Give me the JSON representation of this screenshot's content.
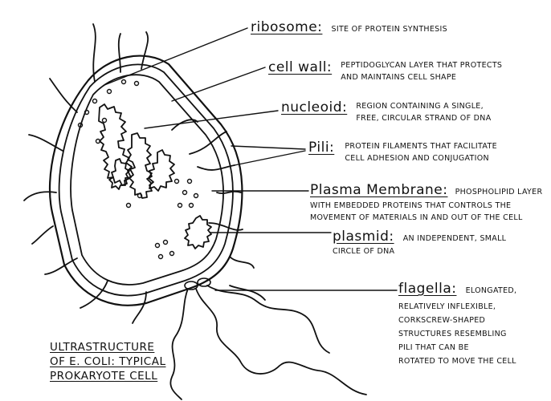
{
  "labels": {
    "ribosome": {
      "term": "ribosome:",
      "desc": [
        "SITE OF PROTEIN SYNTHESIS"
      ]
    },
    "cell_wall": {
      "term": "cell wall:",
      "desc": [
        "PEPTIDOGLYCAN LAYER THAT PROTECTS",
        "AND MAINTAINS CELL SHAPE"
      ]
    },
    "nucleoid": {
      "term": "nucleoid:",
      "desc": [
        "REGION CONTAINING A SINGLE,",
        "FREE, CIRCULAR STRAND OF DNA"
      ]
    },
    "pili": {
      "term": "Pili:",
      "desc": [
        "PROTEIN FILAMENTS THAT FACILITATE",
        "CELL ADHESION AND CONJUGATION"
      ]
    },
    "plasma_membrane": {
      "term": "Plasma Membrane:",
      "desc": [
        "PHOSPHOLIPID LAYER",
        "WITH EMBEDDED PROTEINS THAT CONTROLS THE",
        "MOVEMENT OF MATERIALS IN AND OUT OF THE CELL"
      ]
    },
    "plasmid": {
      "term": "plasmid:",
      "desc": [
        "AN INDEPENDENT, SMALL",
        "CIRCLE OF DNA"
      ]
    },
    "flagella": {
      "term": "flagella:",
      "desc": [
        "ELONGATED,",
        "RELATIVELY INFLEXIBLE,",
        "CORKSCREW-SHAPED",
        "STRUCTURES RESEMBLING",
        "PILI THAT CAN BE",
        "ROTATED TO MOVE THE CELL"
      ]
    }
  },
  "title": [
    "ULTRASTRUCTURE",
    "OF E. COLI: TYPICAL",
    "PROKARYOTE CELL"
  ],
  "colors": {
    "ink": "#111111",
    "paper": "#ffffff"
  }
}
